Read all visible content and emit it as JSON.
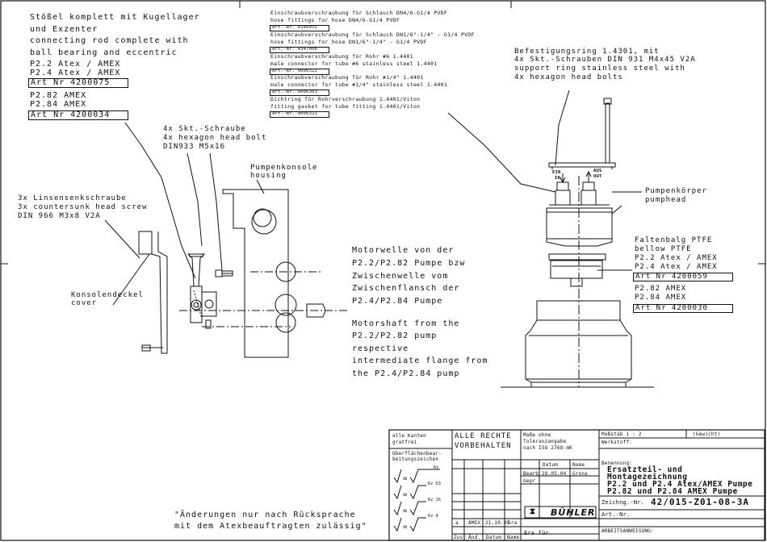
{
  "callouts": {
    "tappet": [
      "Stößel komplett mit Kugellager",
      "und Exzenter",
      "connecting rod complete with",
      "ball bearing and eccentric"
    ],
    "tappet_atex": [
      "P2.2  Atex / AMEX",
      "P2.4  Atex / AMEX"
    ],
    "tappet_atex_art": "Art Nr 4200075",
    "tappet_amex": [
      "P2.82  AMEX",
      "P2.84  AMEX"
    ],
    "tappet_amex_art": "Art Nr 4200034",
    "bolt": [
      "4x Skt.-Schraube",
      "4x hexagon head bolt",
      "DIN933 M5x16"
    ],
    "housing": [
      "Pumpenkonsole",
      "housing"
    ],
    "screw": [
      "3x Linsensenkschraube",
      "3x countersunk head screw",
      "DIN 966 M3x8 V2A"
    ],
    "cover": [
      "Konsolendeckel",
      "cover"
    ],
    "motorshaft": [
      "Motorwelle von der",
      "P2.2/P2.82 Pumpe bzw",
      "Zwischenwelle vom",
      "Zwischenflansch der",
      "P2.4/P2.84 Pumpe",
      "Motorshaft from the",
      "P2.2/P2.82 pump",
      "respective",
      "intermediate flange from",
      "the P2.4/P2.84 pump"
    ],
    "fittings": [
      {
        "de": "Einschraubverschraubung für Schlauch DN4/6-G1/4 PVDF",
        "en": "hose fittings for hose DN4/6-G1/4 PVDF",
        "art": "Art.-Nr.  4346055"
      },
      {
        "de": "Einschraubverschraubung für Schlauch DN1/6\"-1/4\" - G1/4 PVDF",
        "en": "hose fittings for hose DN1/6\"-1/4\" - G1/4 PVDF",
        "art": "Art.-Nr.  4347006"
      },
      {
        "de": "Einschraubverschraubung für Rohr #6 1.4401",
        "en": "male connector for tube #6 stainless steel 1.4401",
        "art": "Art.-Nr.  9006322"
      },
      {
        "de": "Einschraubverschraubung für Rohr #1/4\" 1.4401",
        "en": "male connector for tube #1/4\"  stainless steel 1.4401",
        "art": "Art.-Nr.  9006303"
      },
      {
        "de": "Dichtring für Rohrverschraubung 1.4401/Viton",
        "en": "fitting gasket for tube fitting 1.4401/Viton",
        "art": "Art.-Nr.  9006321"
      }
    ],
    "ring": [
      "Befestigungsring 1.4301, mit",
      "4x Skt.-Schrauben DIN 931 M4x45 V2A",
      "support ring stainless steel with",
      "4x hexagon head bolts"
    ],
    "pumphead": [
      "Pumpenkörper",
      "pumphead"
    ],
    "bellow": [
      "Faltenbalg PTFE",
      "bellow PTFE"
    ],
    "bellow_atex": [
      "P2.2  Atex / AMEX",
      "P2.4  Atex / AMEX"
    ],
    "bellow_atex_art": "Art Nr 4200059",
    "bellow_amex": [
      "P2.82  AMEX",
      "P2.84  AMEX"
    ],
    "bellow_amex_art": "Art Nr 4200030",
    "port_in": [
      "EIN",
      "IN"
    ],
    "port_out": [
      "AUS",
      "OUT"
    ]
  },
  "footer_note": [
    "\"Änderungen nur nach Rücksprache",
    "mit dem Atexbeauftragten zulässig\""
  ],
  "title_block": {
    "edges_label": [
      "alle Kanten",
      "gratfrei"
    ],
    "surface_label": [
      "Oberflächenbear-",
      "beitungszeichen"
    ],
    "rights": [
      "ALLE RECHTE",
      "VORBEHALTEN"
    ],
    "tolerance": [
      "Maße ohne",
      "Toleranzangabe",
      "nach ISO 2768-mK"
    ],
    "scale_label": "Maßstab  1 : 2",
    "weight_label": "(Gewicht)",
    "material_label": "Werkstoff:",
    "date_col": "Datum",
    "name_col": "Name",
    "bearb": "Bearb",
    "bearb_date": "28.05.04",
    "bearb_name": "Grons",
    "gepr": "Gepr",
    "designation_label": "Benennung:",
    "designation": [
      "Ersatzteil- und",
      "Montagezeichnung",
      "P2.2 und P2.4  Atex/AMEX Pumpe",
      "P2.82 und P2.84 AMEX Pumpe"
    ],
    "drawing_no_label": "Zeichng.-Nr.",
    "drawing_no": "42/015-Z01-08-3A",
    "art_no_label": "Art.-Nr.",
    "work_label": "ARBEITSANWEISUNG:",
    "rev": {
      "zust": "a",
      "change": "AMEX",
      "date": "21.10.05",
      "name": "Gra"
    },
    "rev_headers": [
      "Zust",
      "Änd.",
      "Datum",
      "Name"
    ],
    "ers_fuer": "Ers für",
    "logo": "BÜHLER",
    "roughness": [
      "Rz",
      "Rz 63",
      "Rz 16",
      "Rz 4"
    ]
  }
}
